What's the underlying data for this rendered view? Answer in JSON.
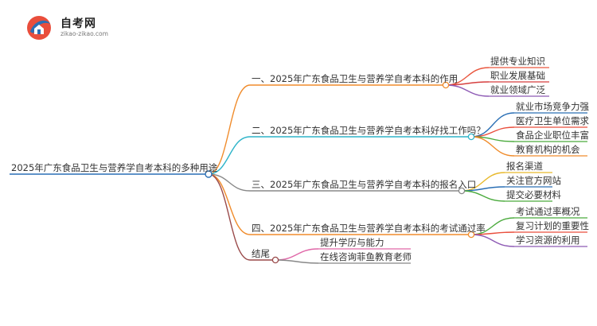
{
  "logo": {
    "title": "自考网",
    "url": "zikao-zikao.com"
  },
  "mindmap": {
    "root": "2025年广东食品卫生与营养学自考本科的多种用途",
    "branches": [
      {
        "label": "一、2025年广东食品卫生与营养学自考本科的作用",
        "color": "#f08c2c",
        "children": [
          {
            "label": "提供专业知识",
            "color": "#e9573f"
          },
          {
            "label": "职业发展基础",
            "color": "#d63f3f"
          },
          {
            "label": "就业领域广泛",
            "color": "#8e5bb5"
          }
        ]
      },
      {
        "label": "二、2025年广东食品卫生与营养学自考本科好找工作吗？",
        "color": "#2eb4c9",
        "children": [
          {
            "label": "就业市场竞争力强",
            "color": "#2a6fb5"
          },
          {
            "label": "医疗卫生单位需求",
            "color": "#e94e3c"
          },
          {
            "label": "食品企业职位丰富",
            "color": "#4aaa3c"
          },
          {
            "label": "教育机构的机会",
            "color": "#f08c2c"
          }
        ]
      },
      {
        "label": "三、2025年广东食品卫生与营养学自考本科的报名入口",
        "color": "#888888",
        "children": [
          {
            "label": "报名渠道",
            "color": "#e8b92c"
          },
          {
            "label": "关注官方网站",
            "color": "#2a6fb5"
          },
          {
            "label": "提交必要材料",
            "color": "#4aaa3c"
          }
        ]
      },
      {
        "label": "四、2025年广东食品卫生与营养学自考本科的考试通过率",
        "color": "#f08c2c",
        "children": [
          {
            "label": "考试通过率概况",
            "color": "#4aaa3c"
          },
          {
            "label": "复习计划的重要性",
            "color": "#e94e3c"
          },
          {
            "label": "学习资源的利用",
            "color": "#8e5bb5"
          }
        ]
      },
      {
        "label": "结尾",
        "color": "#9a4a4a",
        "children": [
          {
            "label": "提升学历与能力",
            "color": "#e067a8"
          },
          {
            "label": "在线咨询菲鱼教育老师",
            "color": "#888888"
          }
        ]
      }
    ]
  }
}
